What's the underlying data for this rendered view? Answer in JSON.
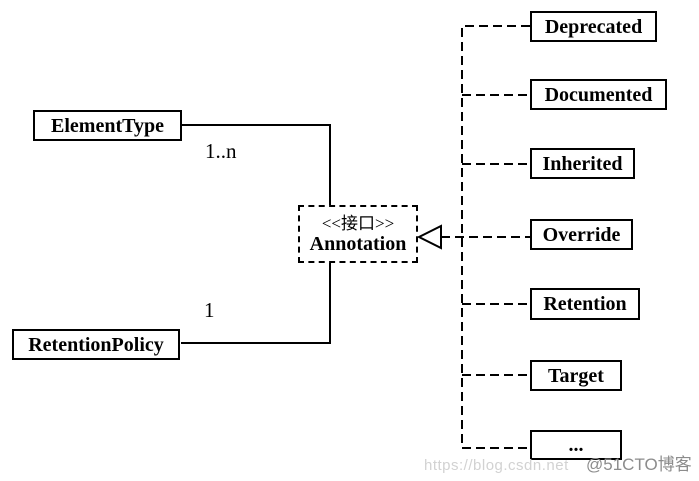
{
  "diagram": {
    "classes": {
      "element_type": "ElementType",
      "retention_policy": "RetentionPolicy"
    },
    "interface": {
      "stereotype": "<<接口>>",
      "name": "Annotation"
    },
    "multiplicities": {
      "element_type_to_annotation": "1..n",
      "retention_policy_to_annotation": "1"
    },
    "annotations": [
      "Deprecated",
      "Documented",
      "Inherited",
      "Override",
      "Retention",
      "Target",
      "..."
    ],
    "colors": {
      "line": "#000000",
      "box_fill": "#ffffff",
      "watermark_url": "#d2d2d2",
      "watermark_handle": "#8c8c8c"
    }
  },
  "watermark": {
    "url": "https://blog.csdn.net",
    "handle": "@51CTO博客"
  }
}
